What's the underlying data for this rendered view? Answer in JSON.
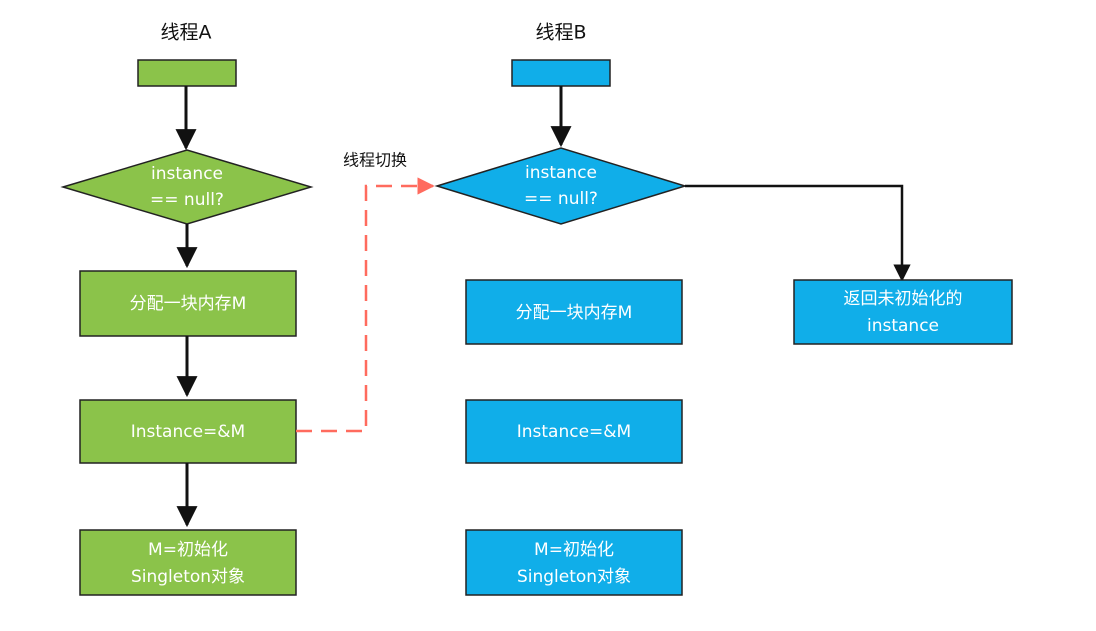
{
  "colors": {
    "thread_a": "#8bc34a",
    "thread_b": "#10aee9",
    "border": "#222222",
    "arrow": "#111111",
    "switch_arrow": "#ff6b5e"
  },
  "thread_a": {
    "title": "线程A",
    "condition_line1": "instance",
    "condition_line2": "== null?",
    "allocate": "分配一块内存M",
    "assign": "Instance=&M",
    "init_line1": "M=初始化",
    "init_line2": "Singleton对象"
  },
  "thread_b": {
    "title": "线程B",
    "condition_line1": "instance",
    "condition_line2": "== null?",
    "allocate": "分配一块内存M",
    "assign": "Instance=&M",
    "init_line1": "M=初始化",
    "init_line2": "Singleton对象",
    "return_line1": "返回未初始化的",
    "return_line2": "instance"
  },
  "switch_label": "线程切换"
}
